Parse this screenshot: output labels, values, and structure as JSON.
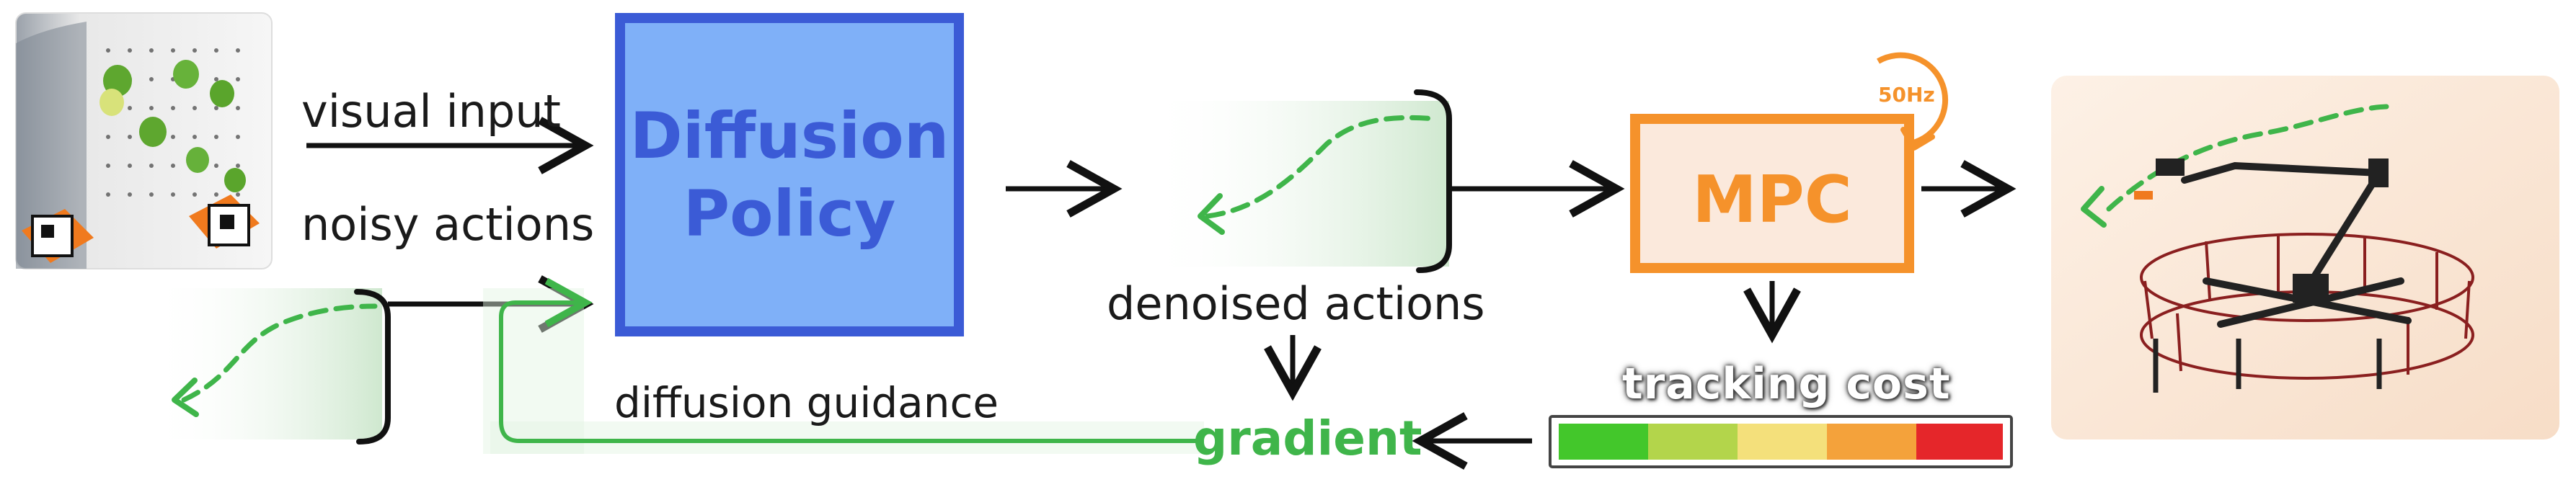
{
  "labels": {
    "visual_input": "visual input",
    "noisy_actions": "noisy actions",
    "diffusion_policy": "Diffusion Policy",
    "denoised_actions": "denoised actions",
    "mpc": "MPC",
    "frequency": "50Hz",
    "tracking_cost": "tracking cost",
    "gradient": "gradient",
    "diffusion_guidance": "diffusion guidance"
  },
  "icons": {
    "camera_view": "camera-view-image",
    "drone": "aerial-manipulator-drone-image",
    "loop": "clockwise-loop-icon"
  },
  "colors": {
    "policy_fill": "#7fb0f8",
    "policy_border": "#3b5bd6",
    "mpc_fill": "#fbe9dc",
    "mpc_border": "#f5922b",
    "trajectory": "#3fb54a",
    "cost_scale": [
      "#43c72b",
      "#b3d54b",
      "#f4e07b",
      "#f4a23b",
      "#e5262a"
    ]
  }
}
